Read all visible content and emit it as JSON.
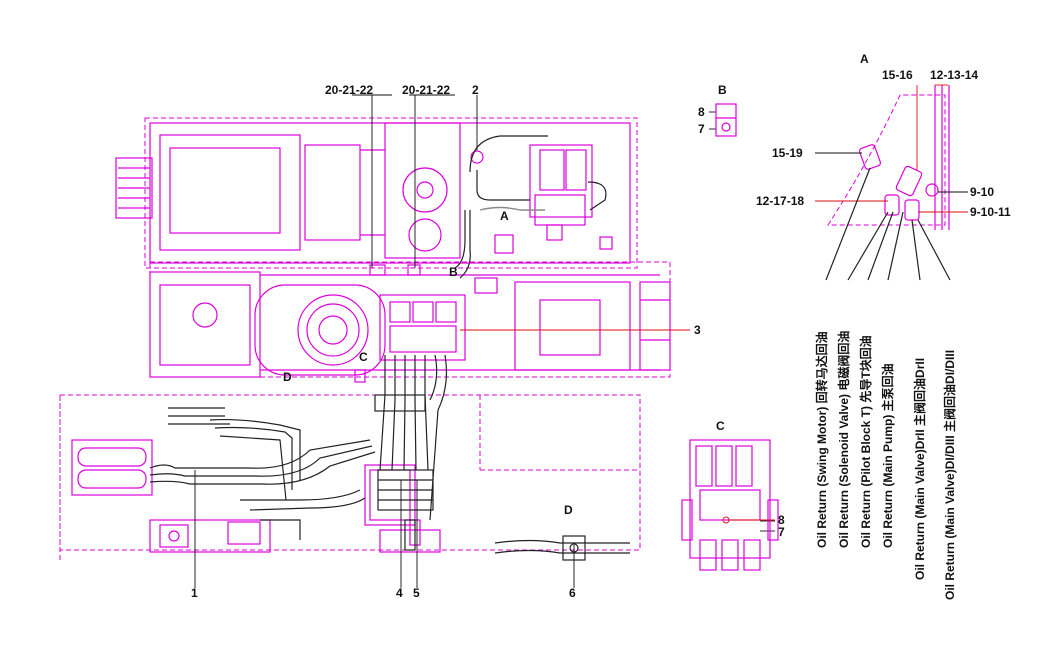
{
  "callouts": {
    "c_20_21_22_a": "20-21-22",
    "c_20_21_22_b": "20-21-22",
    "c_2": "2",
    "c_3": "3",
    "c_1": "1",
    "c_4": "4",
    "c_5": "5",
    "c_6": "6",
    "c_7a": "7",
    "c_8a": "8",
    "c_7b": "7",
    "c_8b": "8",
    "c_15_16": "15-16",
    "c_12_13_14": "12-13-14",
    "c_15_19": "15-19",
    "c_12_17_18": "12-17-18",
    "c_9_10": "9-10",
    "c_9_10_11": "9-10-11"
  },
  "view_labels": {
    "A_main": "A",
    "B_main": "B",
    "C_main": "C",
    "D_main": "D",
    "A_detail": "A",
    "B_detail": "B",
    "C_detail": "C",
    "D_detail": "D"
  },
  "oil_return_labels": [
    "Oil Return (Swing Motor)  回转马达回油",
    "Oil Return (Solenoid Valve)  电磁阀回油",
    "Oil Return (Pilot Block T)  先导T块回油",
    "Oil Return (Main Pump)  主泵回油",
    "Oil Return (Main Valve)DrII  主阀回油DrII",
    "Oil Return (Main Valve)DI/DIII  主阀回油DI/DIII"
  ],
  "colors": {
    "line_primary": "#dd00dd",
    "line_secondary": "#222222",
    "leader_red": "#d11111"
  }
}
